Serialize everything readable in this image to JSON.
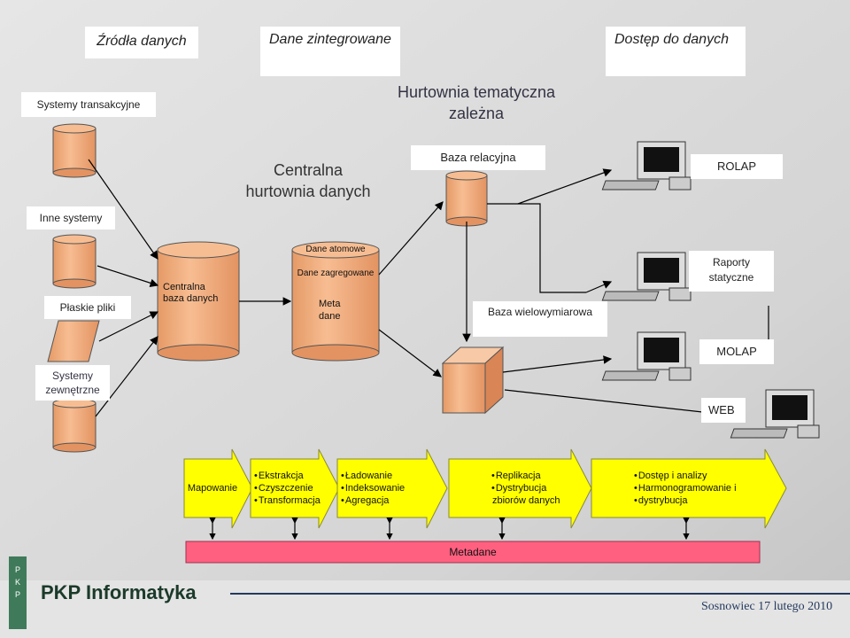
{
  "stages": {
    "sources": "Źródła danych",
    "integrated": "Dane zintegrowane",
    "access": "Dostęp do danych"
  },
  "sources": {
    "transactional": "Systemy transakcyjne",
    "other": "Inne systemy",
    "flat_files": "Płaskie pliki",
    "external": "Systemy zewnętrzne"
  },
  "central": {
    "title": "Centralna hurtownia danych",
    "db_label": "Centralna baza danych",
    "atomic": "Dane atomowe",
    "aggregated": "Dane zagregowane",
    "meta": "Meta dane"
  },
  "datamart": {
    "title": "Hurtownia tematyczna zależna",
    "relational": "Baza relacyjna",
    "multidim": "Baza wielowymiarowa"
  },
  "access": {
    "rolap": "ROLAP",
    "static_reports": "Raporty statyczne",
    "molap": "MOLAP",
    "web": "WEB"
  },
  "process": {
    "mapping": "Mapowanie",
    "step1": [
      "Ekstrakcja",
      "Czyszczenie",
      "Transformacja"
    ],
    "step2": [
      "Ładowanie",
      "Indeksowanie",
      "Agregacja"
    ],
    "step3": [
      "Replikacja",
      "Dystrybucja",
      "zbiorów danych"
    ],
    "step4": [
      "Dostęp i analizy",
      "Harmonogramowanie i",
      "dystrybucja"
    ]
  },
  "metadata": "Metadane",
  "footer": {
    "company": "PKP Informatyka",
    "date": "Sosnowiec 17 lutego 2010"
  },
  "colors": {
    "cylinder": "#f4b183",
    "arrow": "#ffff00",
    "metadata_bar": "#ff6080"
  }
}
